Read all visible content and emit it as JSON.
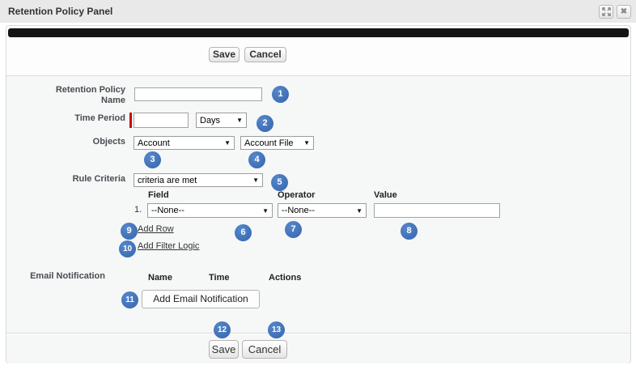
{
  "window": {
    "title": "Retention Policy Panel"
  },
  "icons": {
    "close": "✖",
    "select_arrow": "▼"
  },
  "top_toolbar": {
    "save": "Save",
    "cancel": "Cancel"
  },
  "form": {
    "retention_policy_name": {
      "label": "Retention Policy Name",
      "value": ""
    },
    "time_period": {
      "label": "Time Period",
      "value": "",
      "unit_selected": "Days",
      "required": true
    },
    "objects": {
      "label": "Objects",
      "primary_selected": "Account",
      "file_selected": "Account File"
    },
    "rule_criteria": {
      "label": "Rule Criteria",
      "selected": "criteria are met"
    },
    "criteria": {
      "headers": {
        "field": "Field",
        "operator": "Operator",
        "value": "Value"
      },
      "rows": [
        {
          "index": "1.",
          "field": "--None--",
          "operator": "--None--",
          "value": ""
        }
      ],
      "add_row": "Add Row",
      "add_filter_logic": "Add Filter Logic"
    },
    "email_notification": {
      "label": "Email Notification",
      "headers": {
        "name": "Name",
        "time": "Time",
        "actions": "Actions"
      },
      "add_button": "Add Email Notification"
    }
  },
  "bottom_toolbar": {
    "save": "Save",
    "cancel": "Cancel"
  },
  "annotations": [
    "1",
    "2",
    "3",
    "4",
    "5",
    "6",
    "7",
    "8",
    "9",
    "10",
    "11",
    "12",
    "13"
  ],
  "colors": {
    "badge_blue": "#3b6fb6",
    "required_red": "#cc0000",
    "black_bar": "#151515",
    "titlebar_bg": "#e9e9e9"
  }
}
